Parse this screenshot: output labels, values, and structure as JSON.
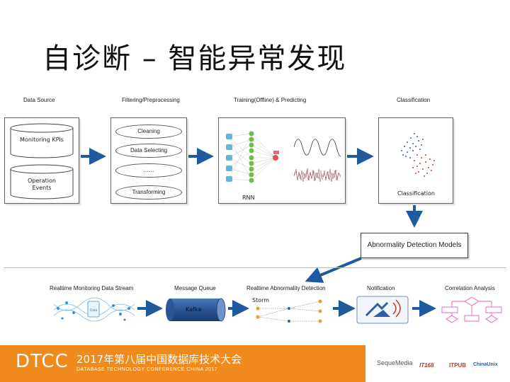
{
  "title": "自诊断 – 智能异常发现",
  "top_pipeline": {
    "data_source": {
      "label": "Data Source",
      "items": [
        "Monitoring KPIs",
        "Operation Events"
      ]
    },
    "filtering": {
      "label": "Filtering/Preprocessing",
      "items": [
        "Cleaning",
        "Data Selecting",
        "……",
        "Transforming"
      ]
    },
    "training": {
      "label": "Training(Offline) & Predicting",
      "model_label": "RNN"
    },
    "classification": {
      "label": "Classification",
      "inner_label": "Classification"
    }
  },
  "model_box": "Abnormality Detection Models",
  "bottom_pipeline": {
    "stream": "Realtime Monitoring Data Stream",
    "queue": "Message Queue",
    "queue_item": "Kafka",
    "detection": "Realtime Abnormality Detection",
    "detection_engine": "Storm",
    "notification": "Notification",
    "correlation": "Correlation Analysis"
  },
  "footer": {
    "logo": "DTCC",
    "title": "2017年第八届中国数据库技术大会",
    "subtitle": "DATABASE TECHNOLOGY CONFERENCE CHINA 2017"
  },
  "sponsors": [
    "SequeMedia",
    "IT168",
    "ITPUB",
    "ChinaUnix"
  ],
  "colors": {
    "arrow": "#1f5a9e",
    "footer": "#f08a1c",
    "accent_red": "#c0392b",
    "accent_blue": "#2f5fa8"
  }
}
